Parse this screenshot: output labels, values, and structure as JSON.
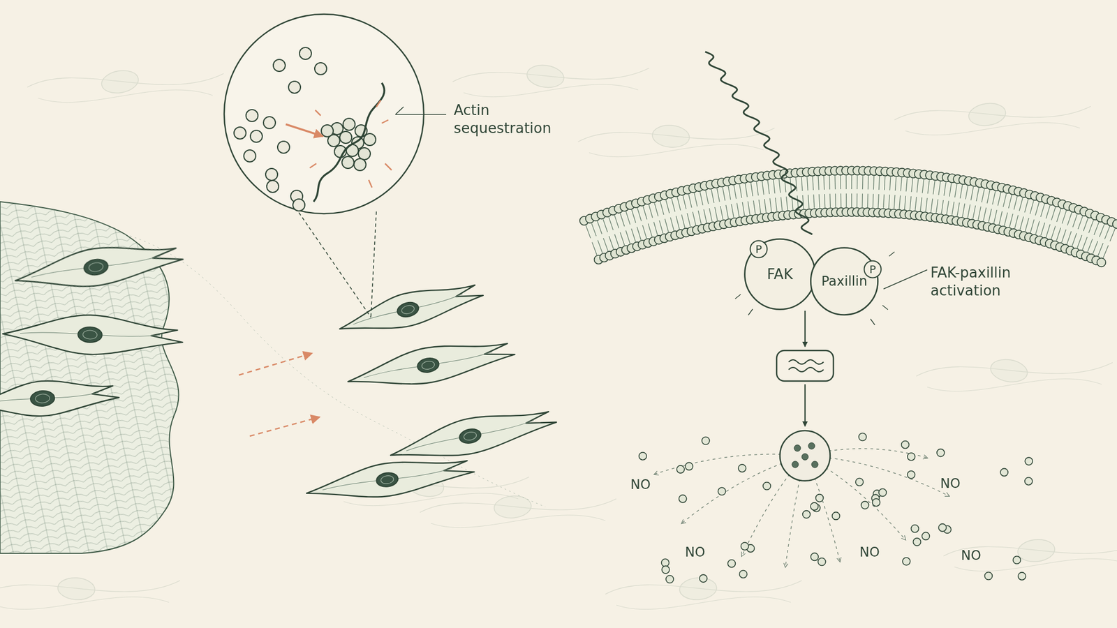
{
  "diagram": {
    "nodes": [
      {
        "text": [
          "FAK"
        ]
      },
      {
        "text": [
          "P"
        ]
      },
      {
        "text": [
          "Paxillin"
        ]
      },
      {
        "text": [
          "P"
        ]
      }
    ],
    "labels": [
      "Actin sequestration",
      "FAK-paxillin activation",
      "NO",
      "NO",
      "NO",
      "NO",
      "NO"
    ]
  }
}
